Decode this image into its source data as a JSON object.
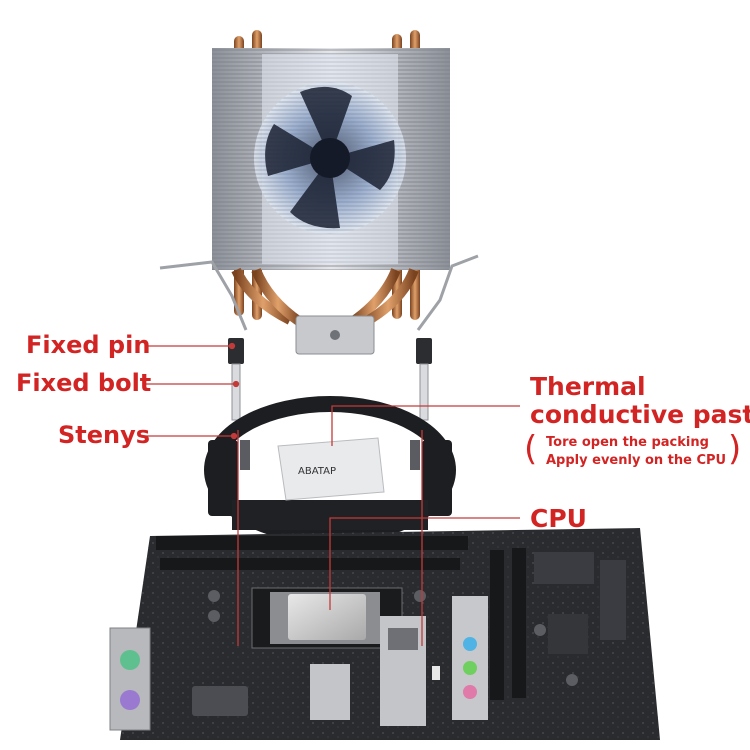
{
  "labels": {
    "fixed_pin": "Fixed pin",
    "fixed_bolt": "Fixed bolt",
    "stenys": "Stenys",
    "thermal_line1": "Thermal",
    "thermal_line2": "conductive paste",
    "note_line1": "Tore open the packing",
    "note_line2": "Apply evenly on the CPU",
    "cpu": "CPU"
  },
  "paste_packet_brand": "ABATAP",
  "colors": {
    "label": "#d32424",
    "callout_line": "#c43a3a",
    "copper": "#b8703e",
    "fin": "#c9ccd2",
    "board": "#2a2b2e"
  }
}
